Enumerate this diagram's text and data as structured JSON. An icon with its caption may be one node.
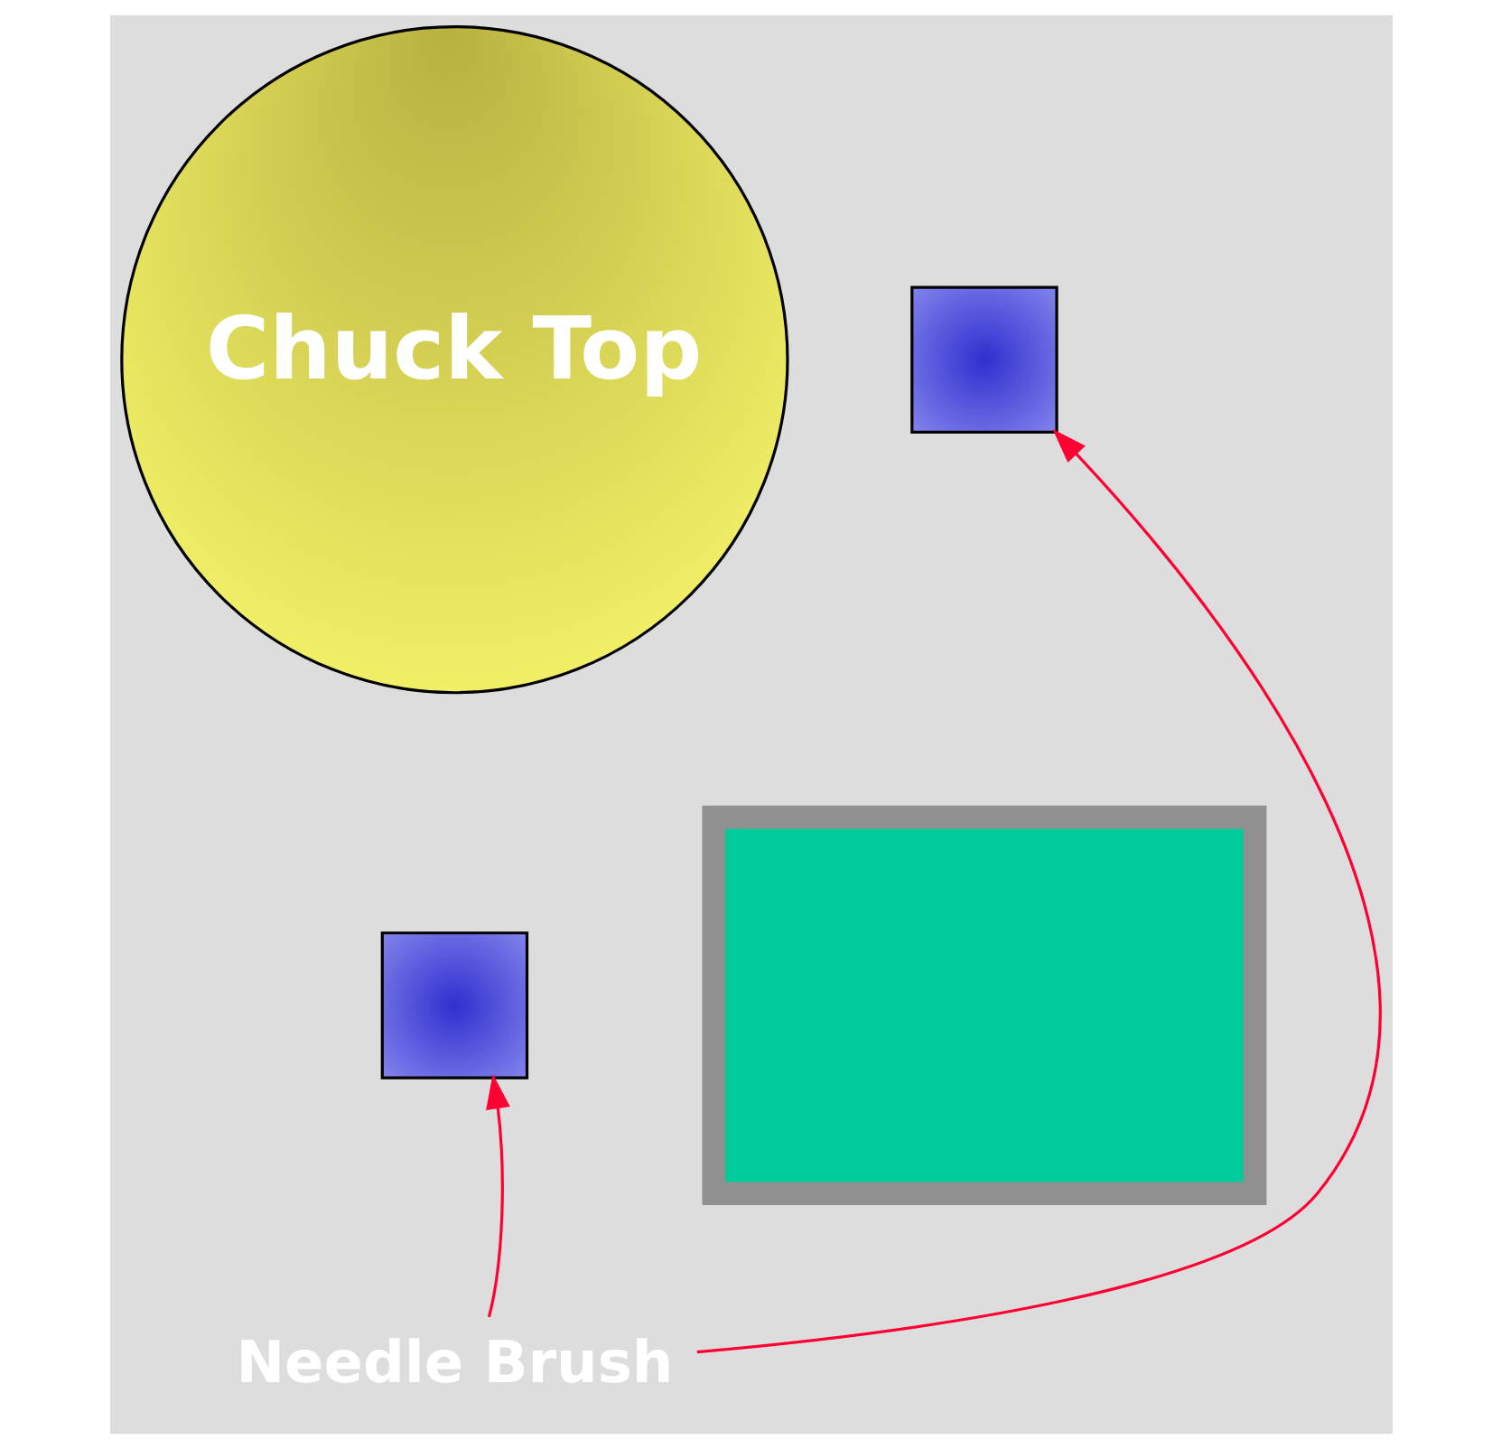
{
  "diagram": {
    "nodes": [
      {
        "text": [
          "Chuck Top"
        ]
      },
      {
        "text": [],
        "shape": "box"
      },
      {
        "text": [],
        "shape": "box"
      },
      {
        "text": [],
        "shape": "box"
      },
      {
        "text": [
          "Needle Brush"
        ]
      }
    ],
    "edges": [
      {
        "from": 4,
        "to": 3,
        "arrow": "to",
        "color": "#ff0033"
      },
      {
        "from": 4,
        "to": 1,
        "arrow": "to",
        "color": "#ff0033"
      }
    ]
  }
}
